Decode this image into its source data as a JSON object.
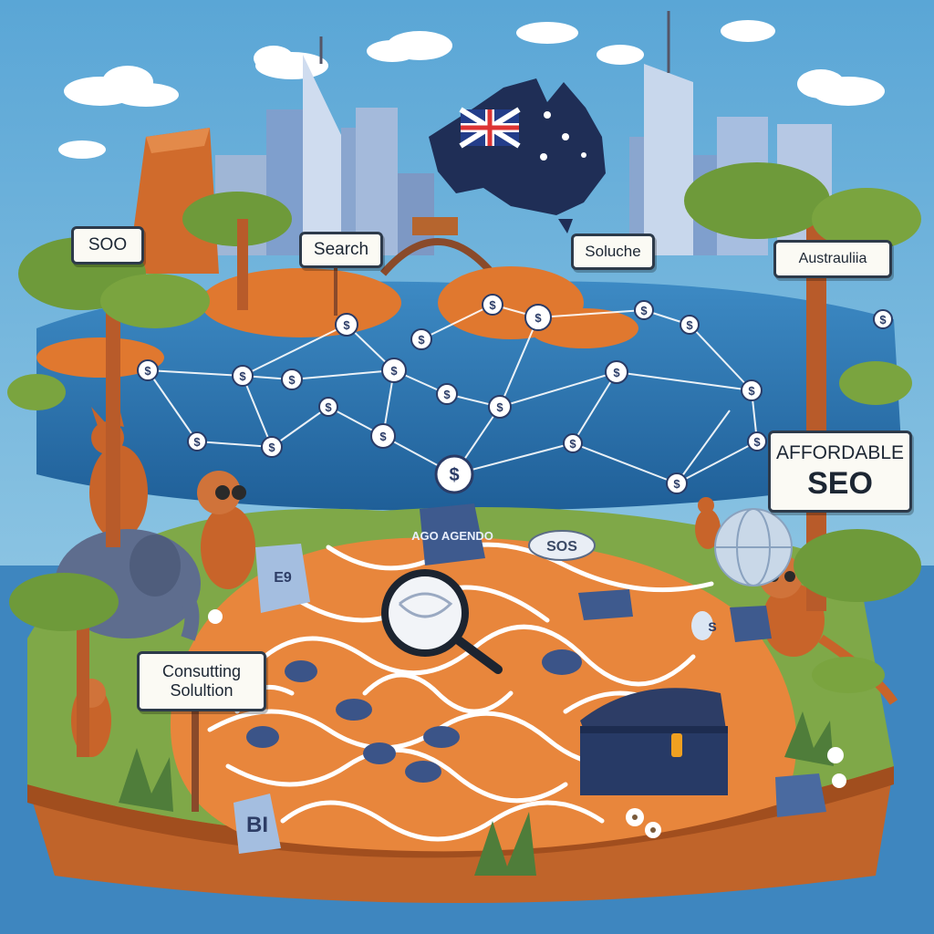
{
  "labels": {
    "soo": "SOO",
    "search": "Search",
    "solution": "Soluche",
    "australia": "Austrauliia",
    "affordable_line1": "AFFORDABLE",
    "affordable_line2": "SEO",
    "consulting_line1": "Consutting",
    "consulting_line2": "Solultion"
  },
  "stones": {
    "seo_blue": "SOS",
    "agenda": "AGO AGENDO",
    "b": "BI",
    "s_right": "S",
    "left_stone": "E9"
  },
  "node_symbol": "$",
  "colors": {
    "sky": "#6fb3d9",
    "water": "#2f79b6",
    "earth": "#e8863c",
    "grass": "#7fa848",
    "tree": "#6e9a3a",
    "navy": "#273a66",
    "wood": "#b85b2a"
  }
}
